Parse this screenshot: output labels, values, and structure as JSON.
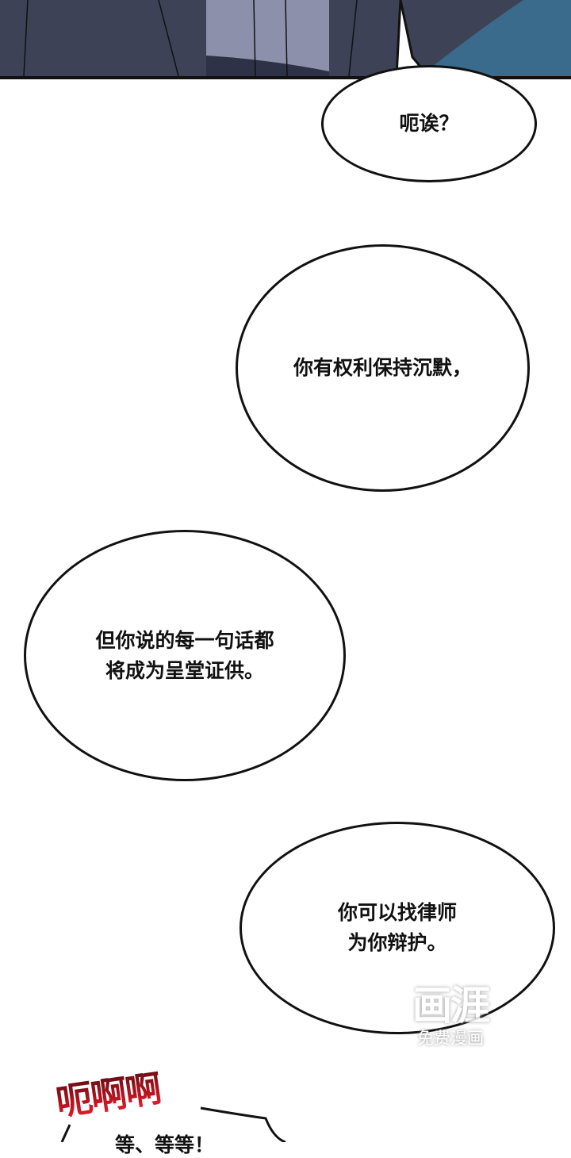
{
  "bubbles": [
    {
      "lines": [
        "呃诶？"
      ]
    },
    {
      "lines": [
        "你有权利保持沉默，"
      ]
    },
    {
      "lines": [
        "但你说的每一句话都",
        "将成为呈堂证供。"
      ]
    },
    {
      "lines": [
        "你可以找律师",
        "为你辩护。"
      ]
    }
  ],
  "sfx": "呃啊啊",
  "bottom_bubble": "等、等等！",
  "watermark": {
    "logo": "画涯",
    "tagline": "免费漫画"
  },
  "colors": {
    "panel": "#3c4154",
    "sfx": "#d01020",
    "coat_blue": "#3b6b8c"
  }
}
